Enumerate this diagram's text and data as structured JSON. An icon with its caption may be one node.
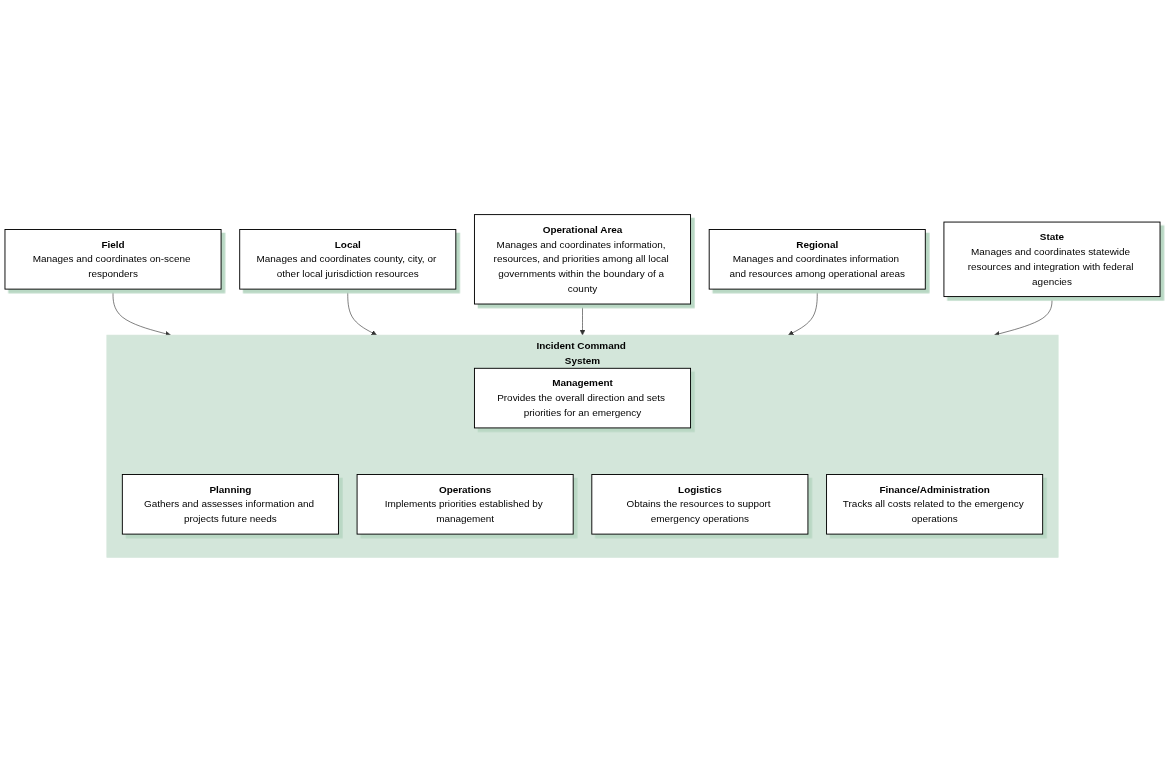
{
  "diagram": {
    "nodes": [
      {
        "text": [
          "Field",
          "Manages and coordinates on-scene responders"
        ]
      },
      {
        "text": [
          "Local",
          "Manages and coordinates county, city, or other local jurisdiction resources"
        ]
      },
      {
        "text": [
          "Operational Area",
          "Manages and coordinates information, resources, and priorities among all local governments within the boundary of a county"
        ]
      },
      {
        "text": [
          "Regional",
          "Manages and coordinates information and resources among operational areas"
        ]
      },
      {
        "text": [
          "State",
          "Manages and coordinates statewide resources and integration with federal agencies"
        ]
      },
      {
        "text": [
          "Incident Command System"
        ]
      },
      {
        "text": [
          "Management",
          "Provides the overall direction and sets priorities for an emergency"
        ],
        "in": 5
      },
      {
        "text": [
          "Planning",
          "Gathers and assesses information and projects future needs"
        ],
        "in": 5
      },
      {
        "text": [
          "Operations",
          "Implements priorities established by management"
        ],
        "in": 5
      },
      {
        "text": [
          "Logistics",
          "Obtains the resources to support emergency operations"
        ],
        "in": 5
      },
      {
        "text": [
          "Finance/Administration",
          "Tracks all costs related to the emergency operations"
        ],
        "in": 5
      }
    ],
    "edges": [
      {
        "from": 0,
        "to": 5,
        "arrow": "to"
      },
      {
        "from": 1,
        "to": 5,
        "arrow": "to"
      },
      {
        "from": 2,
        "to": 5,
        "arrow": "to"
      },
      {
        "from": 3,
        "to": 5,
        "arrow": "to"
      },
      {
        "from": 4,
        "to": 5,
        "arrow": "to"
      }
    ]
  }
}
